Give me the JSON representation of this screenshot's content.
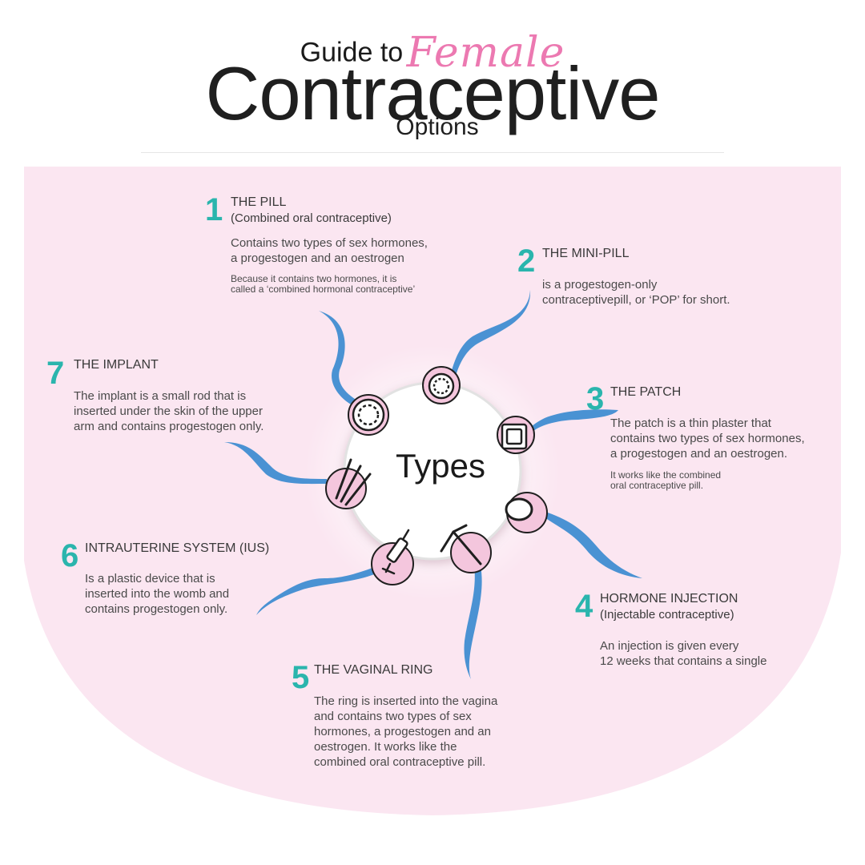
{
  "header": {
    "guide_to": "Guide to",
    "female": "Female",
    "main": "Contraceptive",
    "options": "Options"
  },
  "center_label": "Types",
  "colors": {
    "accent_number": "#2ab5ad",
    "female_pink": "#ec79b1",
    "background_pink": "#fbe6f1",
    "stem_blue": "#4a92d3",
    "circle_pink": "#f4c6dd"
  },
  "types": [
    {
      "number": "1",
      "title": "THE PILL",
      "subtitle": "(Combined oral contraceptive)",
      "lines": [
        "Contains two types of sex hormones,",
        "a progestogen and an oestrogen"
      ],
      "note_lines": [
        "Because it contains two hormones, it is",
        "called a ‘combined hormonal contraceptive’"
      ],
      "icon": "pill-pack-icon"
    },
    {
      "number": "2",
      "title": "THE MINI-PILL",
      "subtitle": "",
      "lines": [
        "is a progestogen-only",
        "contraceptivepill, or ‘POP’ for short."
      ],
      "note_lines": [],
      "icon": "mini-pill-pack-icon"
    },
    {
      "number": "3",
      "title": "THE PATCH",
      "subtitle": "",
      "lines": [
        "The patch is a thin plaster that",
        "contains two types of sex hormones,",
        "a progestogen and an oestrogen."
      ],
      "note_lines": [
        "It works like the combined",
        "oral contraceptive pill."
      ],
      "icon": "patch-icon"
    },
    {
      "number": "4",
      "title": "HORMONE INJECTION",
      "subtitle": "(Injectable contraceptive)",
      "lines": [
        "An injection is given every",
        "12 weeks that contains a single"
      ],
      "note_lines": [],
      "icon": "ring-icon"
    },
    {
      "number": "5",
      "title": "THE VAGINAL RING",
      "subtitle": "",
      "lines": [
        "The ring is inserted into the vagina",
        "and contains two types of sex",
        "hormones, a progestogen and an",
        "oestrogen. It works like the",
        "combined oral contraceptive pill."
      ],
      "note_lines": [],
      "icon": "iud-icon"
    },
    {
      "number": "6",
      "title": "INTRAUTERINE SYSTEM (IUS)",
      "subtitle": "",
      "lines": [
        "Is a plastic device that is",
        "inserted into the womb and",
        "contains progestogen only."
      ],
      "note_lines": [],
      "icon": "syringe-icon"
    },
    {
      "number": "7",
      "title": "THE IMPLANT",
      "subtitle": "",
      "lines": [
        "The implant is a small rod that is",
        "inserted under the skin of the upper",
        "arm and contains progestogen only."
      ],
      "note_lines": [],
      "icon": "implant-rods-icon"
    }
  ]
}
